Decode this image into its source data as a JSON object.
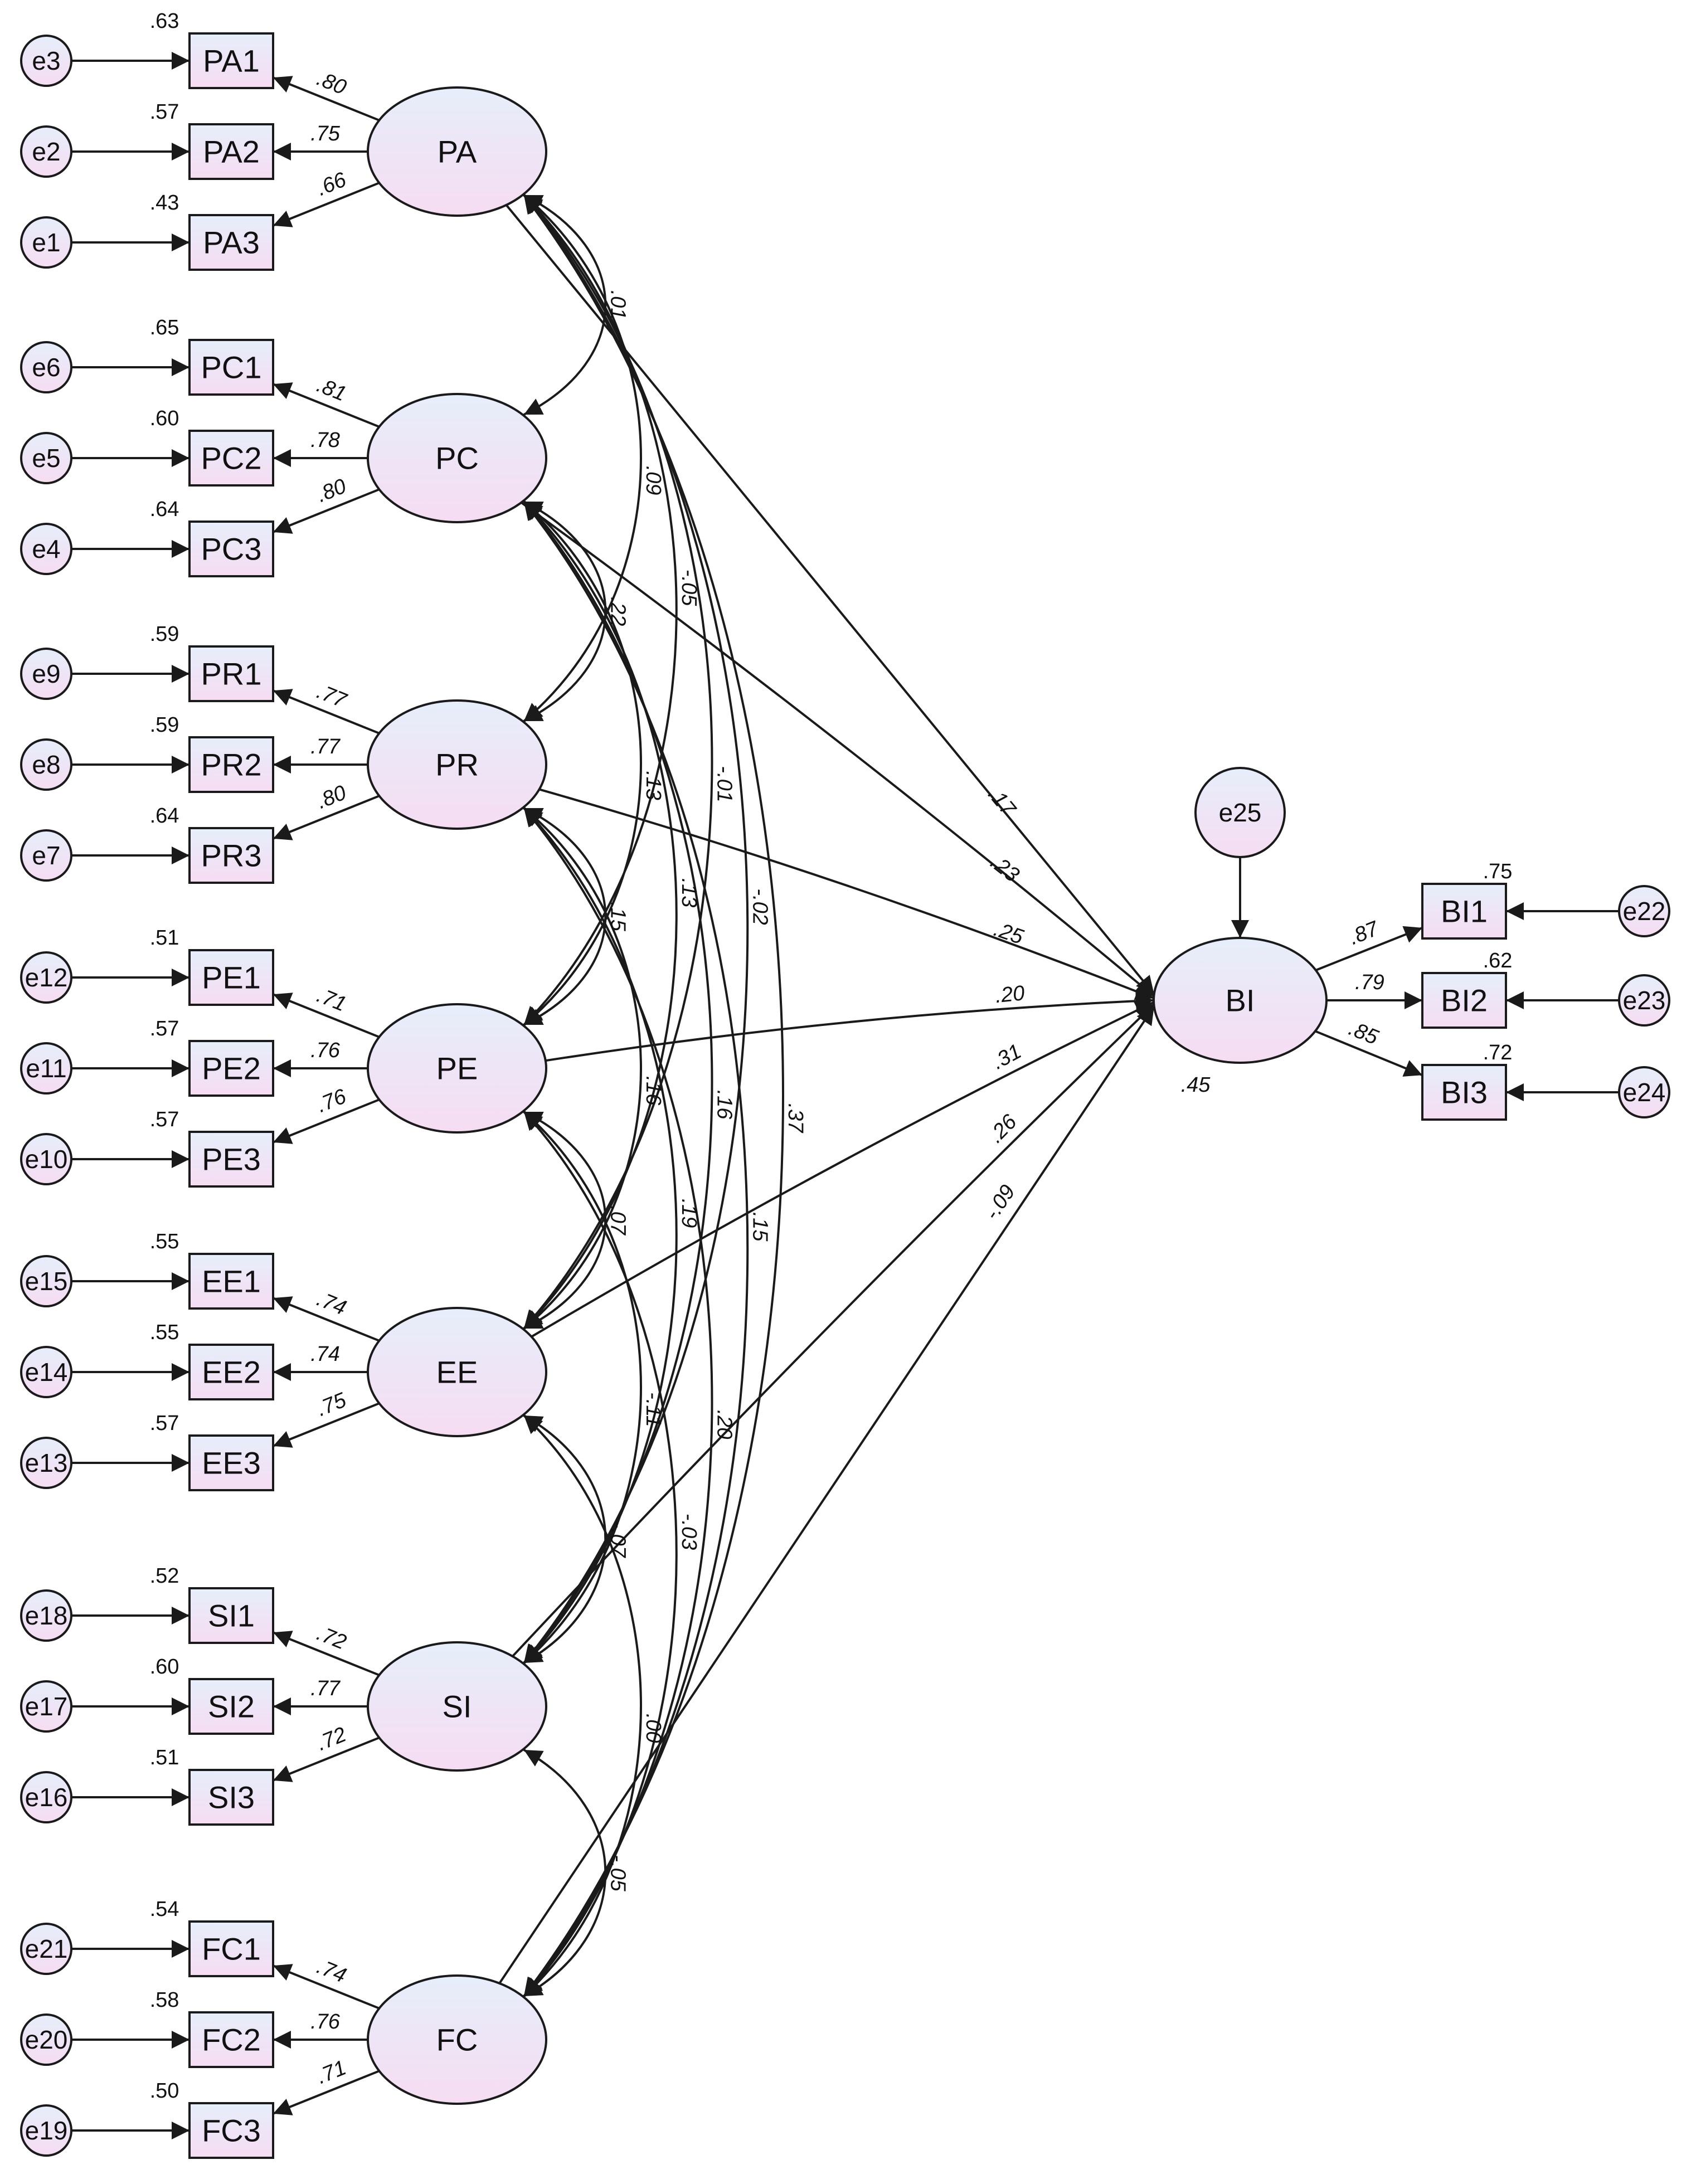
{
  "diagram": {
    "latents": [
      {
        "id": "PA",
        "label": "PA"
      },
      {
        "id": "PC",
        "label": "PC"
      },
      {
        "id": "PR",
        "label": "PR"
      },
      {
        "id": "PE",
        "label": "PE"
      },
      {
        "id": "EE",
        "label": "EE"
      },
      {
        "id": "SI",
        "label": "SI"
      },
      {
        "id": "FC",
        "label": "FC"
      },
      {
        "id": "BI",
        "label": "BI"
      }
    ],
    "indicators": [
      {
        "label": "PA1",
        "latent": "PA",
        "loading": ".80",
        "r2": ".63",
        "error": "e3"
      },
      {
        "label": "PA2",
        "latent": "PA",
        "loading": ".75",
        "r2": ".57",
        "error": "e2"
      },
      {
        "label": "PA3",
        "latent": "PA",
        "loading": ".66",
        "r2": ".43",
        "error": "e1"
      },
      {
        "label": "PC1",
        "latent": "PC",
        "loading": ".81",
        "r2": ".65",
        "error": "e6"
      },
      {
        "label": "PC2",
        "latent": "PC",
        "loading": ".78",
        "r2": ".60",
        "error": "e5"
      },
      {
        "label": "PC3",
        "latent": "PC",
        "loading": ".80",
        "r2": ".64",
        "error": "e4"
      },
      {
        "label": "PR1",
        "latent": "PR",
        "loading": ".77",
        "r2": ".59",
        "error": "e9"
      },
      {
        "label": "PR2",
        "latent": "PR",
        "loading": ".77",
        "r2": ".59",
        "error": "e8"
      },
      {
        "label": "PR3",
        "latent": "PR",
        "loading": ".80",
        "r2": ".64",
        "error": "e7"
      },
      {
        "label": "PE1",
        "latent": "PE",
        "loading": ".71",
        "r2": ".51",
        "error": "e12"
      },
      {
        "label": "PE2",
        "latent": "PE",
        "loading": ".76",
        "r2": ".57",
        "error": "e11"
      },
      {
        "label": "PE3",
        "latent": "PE",
        "loading": ".76",
        "r2": ".57",
        "error": "e10"
      },
      {
        "label": "EE1",
        "latent": "EE",
        "loading": ".74",
        "r2": ".55",
        "error": "e15"
      },
      {
        "label": "EE2",
        "latent": "EE",
        "loading": ".74",
        "r2": ".55",
        "error": "e14"
      },
      {
        "label": "EE3",
        "latent": "EE",
        "loading": ".75",
        "r2": ".57",
        "error": "e13"
      },
      {
        "label": "SI1",
        "latent": "SI",
        "loading": ".72",
        "r2": ".52",
        "error": "e18"
      },
      {
        "label": "SI2",
        "latent": "SI",
        "loading": ".77",
        "r2": ".60",
        "error": "e17"
      },
      {
        "label": "SI3",
        "latent": "SI",
        "loading": ".72",
        "r2": ".51",
        "error": "e16"
      },
      {
        "label": "FC1",
        "latent": "FC",
        "loading": ".74",
        "r2": ".54",
        "error": "e21"
      },
      {
        "label": "FC2",
        "latent": "FC",
        "loading": ".76",
        "r2": ".58",
        "error": "e20"
      },
      {
        "label": "FC3",
        "latent": "FC",
        "loading": ".71",
        "r2": ".50",
        "error": "e19"
      },
      {
        "label": "BI1",
        "latent": "BI",
        "loading": ".87",
        "r2": ".75",
        "error": "e22"
      },
      {
        "label": "BI2",
        "latent": "BI",
        "loading": ".79",
        "r2": ".62",
        "error": "e23"
      },
      {
        "label": "BI3",
        "latent": "BI",
        "loading": ".85",
        "r2": ".72",
        "error": "e24"
      }
    ],
    "structural_paths": [
      {
        "from": "PA",
        "to": "BI",
        "coef": ".17"
      },
      {
        "from": "PC",
        "to": "BI",
        "coef": ".23"
      },
      {
        "from": "PR",
        "to": "BI",
        "coef": ".25"
      },
      {
        "from": "PE",
        "to": "BI",
        "coef": ".20"
      },
      {
        "from": "EE",
        "to": "BI",
        "coef": ".31"
      },
      {
        "from": "SI",
        "to": "BI",
        "coef": ".26"
      },
      {
        "from": "FC",
        "to": "BI",
        "coef": "-.09"
      }
    ],
    "covariances": [
      {
        "a": "PA",
        "b": "PC",
        "value": ".01"
      },
      {
        "a": "PA",
        "b": "PR",
        "value": ".09"
      },
      {
        "a": "PA",
        "b": "PE",
        "value": "-.05"
      },
      {
        "a": "PA",
        "b": "EE",
        "value": "-.01"
      },
      {
        "a": "PA",
        "b": "SI",
        "value": "-.02"
      },
      {
        "a": "PA",
        "b": "FC",
        "value": ".37"
      },
      {
        "a": "PC",
        "b": "PR",
        "value": ".22"
      },
      {
        "a": "PC",
        "b": "PE",
        "value": ".13"
      },
      {
        "a": "PC",
        "b": "EE",
        "value": ".13"
      },
      {
        "a": "PC",
        "b": "SI",
        "value": ".16"
      },
      {
        "a": "PC",
        "b": "FC",
        "value": ".15"
      },
      {
        "a": "PR",
        "b": "PE",
        "value": ".15"
      },
      {
        "a": "PR",
        "b": "EE",
        "value": ".16"
      },
      {
        "a": "PR",
        "b": "SI",
        "value": ".19"
      },
      {
        "a": "PR",
        "b": "FC",
        "value": ".20"
      },
      {
        "a": "PE",
        "b": "EE",
        "value": ".07"
      },
      {
        "a": "PE",
        "b": "SI",
        "value": "-.11"
      },
      {
        "a": "PE",
        "b": "FC",
        "value": "-.03"
      },
      {
        "a": "EE",
        "b": "SI",
        "value": "-.07"
      },
      {
        "a": "EE",
        "b": "FC",
        "value": ".00"
      },
      {
        "a": "SI",
        "b": "FC",
        "value": "-.05"
      }
    ],
    "bi_disturbance": {
      "label": "e25",
      "r2": ".45"
    },
    "colors": {
      "stroke": "#1a1a1a",
      "fill_top": "#e6eefa",
      "fill_bottom": "#f6dcf2"
    }
  }
}
